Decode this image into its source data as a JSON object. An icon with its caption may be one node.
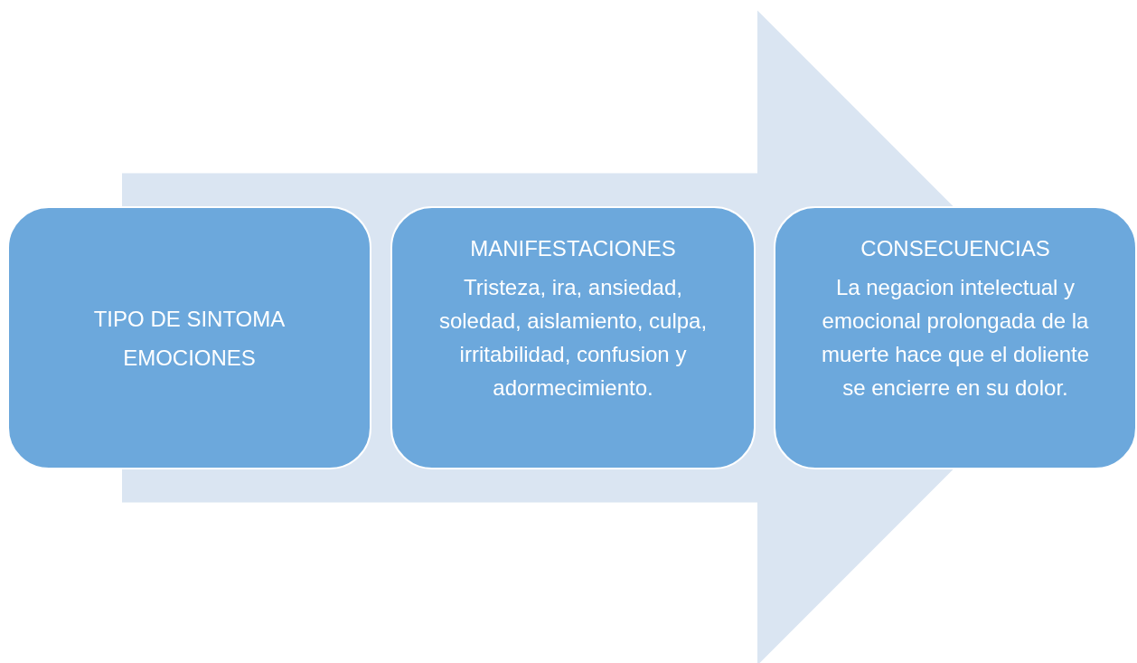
{
  "diagram": {
    "nodes": [
      {
        "text": [
          "TIPO DE SINTOMA",
          "EMOCIONES"
        ]
      },
      {
        "text": [
          "MANIFESTACIONES",
          "Tristeza, ira, ansiedad, soledad, aislamiento, culpa, irritabilidad, confusion y adormecimiento."
        ]
      },
      {
        "text": [
          "CONSECUENCIAS",
          "La negacion intelectual y emocional prolongada de la muerte hace que el doliente se encierre en su dolor."
        ]
      }
    ],
    "edges": [
      {
        "from": 0,
        "to": 2,
        "arrow": "to",
        "style": "thick"
      }
    ]
  }
}
